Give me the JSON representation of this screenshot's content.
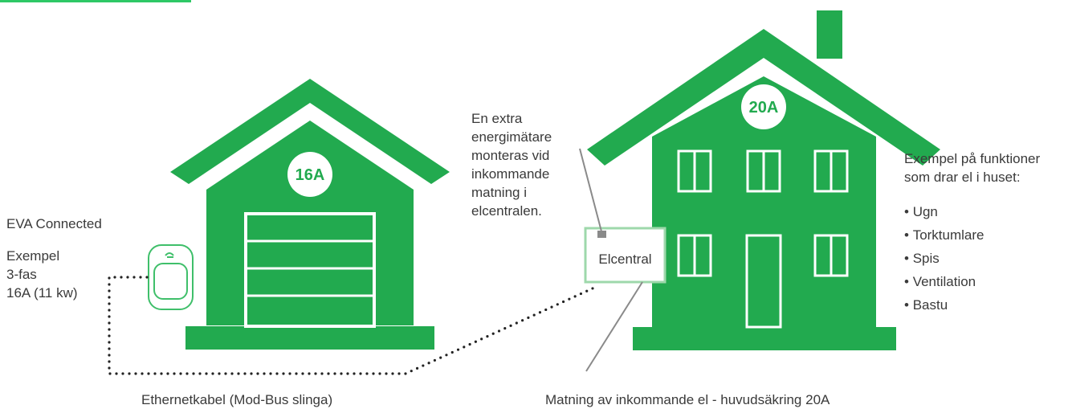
{
  "colors": {
    "house_green": "#22aa4f",
    "accent_line": "#2ec866",
    "panel_border": "#9ed8ab",
    "meter_grey": "#8a8a8a",
    "text": "#3a3a3a"
  },
  "garage": {
    "fuse_badge": "16A",
    "door_icon": "garage-door"
  },
  "house": {
    "fuse_badge": "20A",
    "window_icon": "window",
    "door_icon": "door"
  },
  "charger": {
    "title": "EVA Connected",
    "example_lines": [
      "Exempel",
      "3-fas",
      "16A (11 kw)"
    ],
    "icon": "ev-charger"
  },
  "meter_note_lines": [
    "En extra",
    "energimätare",
    "monteras vid",
    "inkommande",
    "matning i",
    "elcentralen."
  ],
  "elcentral_label": "Elcentral",
  "appliances": {
    "heading_lines": [
      "Exempel på funktioner",
      "som drar el i huset:"
    ],
    "items": [
      "Ugn",
      "Torktumlare",
      "Spis",
      "Ventilation",
      "Bastu"
    ]
  },
  "captions": {
    "ethernet": "Ethernetkabel (Mod-Bus slinga)",
    "supply": "Matning av inkommande el - huvudsäkring 20A"
  }
}
